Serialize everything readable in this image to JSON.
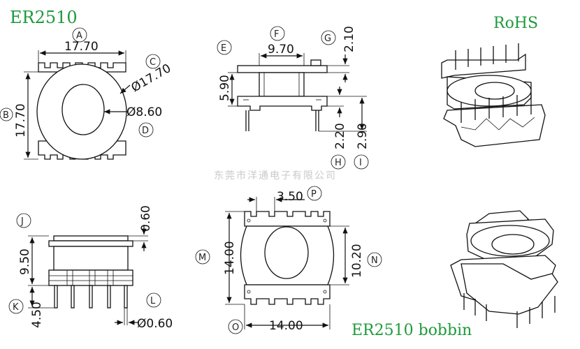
{
  "title": "ER2510",
  "rohs": "RoHS",
  "caption": "ER2510 bobbin",
  "watermark": "东莞市洋通电子有限公司",
  "labels": {
    "A": "A",
    "B": "B",
    "C": "C",
    "D": "D",
    "E": "E",
    "F": "F",
    "G": "G",
    "H": "H",
    "I": "I",
    "J": "J",
    "K": "K",
    "L": "L",
    "M": "M",
    "N": "N",
    "O": "O",
    "P": "P"
  },
  "dims": {
    "A": "17.70",
    "B": "17.70",
    "C": "Ø17.70",
    "D": "Ø8.60",
    "E": "5.90",
    "F": "9.70",
    "G": "2.10",
    "H": "2.20",
    "I": "2.90",
    "J": "0.60",
    "J2": "9.50",
    "K": "4.50",
    "L": "Ø0.60",
    "M": "14.00",
    "N": "10.20",
    "O": "14.00",
    "P": "3.50"
  }
}
